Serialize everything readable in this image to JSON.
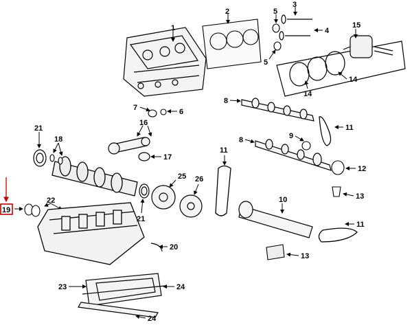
{
  "highlight": {
    "label": "19",
    "accent_color": "#c00000"
  },
  "callouts": [
    "1",
    "2",
    "3",
    "4",
    "5",
    "5",
    "6",
    "7",
    "8",
    "8",
    "9",
    "10",
    "11",
    "11",
    "11",
    "12",
    "13",
    "13",
    "14",
    "14",
    "15",
    "16",
    "17",
    "18",
    "20",
    "21",
    "21",
    "22",
    "23",
    "24",
    "24",
    "25",
    "26"
  ]
}
